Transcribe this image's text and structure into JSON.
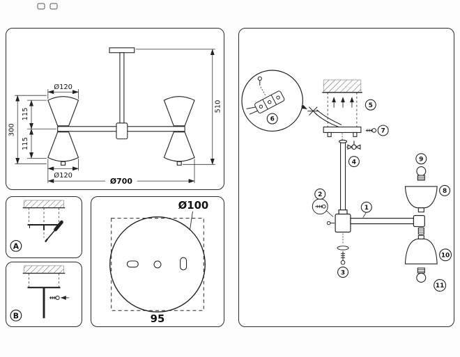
{
  "dimension_panel": {
    "top_shade_diameter": "Ø120",
    "upper_shade_height": "115",
    "lower_shade_height": "115",
    "lamp_body_height": "300",
    "bottom_shade_diameter": "Ø120",
    "overall_width": "Ø700",
    "overall_height": "510"
  },
  "mounting_steps": {
    "step_a_label": "A",
    "step_b_label": "B"
  },
  "plate_panel": {
    "plate_diameter": "Ø100",
    "hole_spacing": "95"
  },
  "assembly_panel": {
    "callouts": [
      "1",
      "2",
      "3",
      "4",
      "5",
      "6",
      "7",
      "8",
      "9",
      "10",
      "11"
    ]
  }
}
